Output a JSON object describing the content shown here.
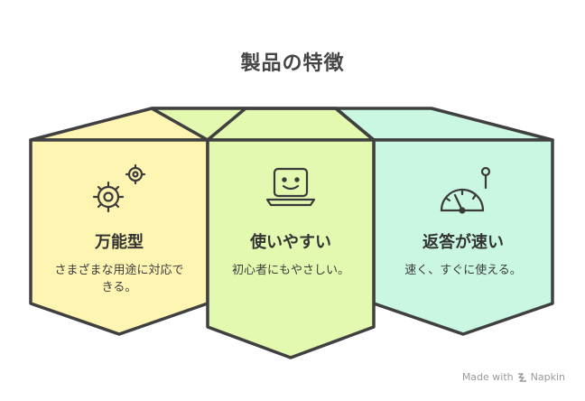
{
  "title": "製品の特徴",
  "cards": [
    {
      "title": "万能型",
      "description": "さまざまな用途に対応できる。",
      "icon": "gears-icon",
      "color": "#fff5b3"
    },
    {
      "title": "使いやすい",
      "description": "初心者にもやさしい。",
      "icon": "smiley-laptop-icon",
      "color": "#e4f9b0"
    },
    {
      "title": "返答が速い",
      "description": "速く、すぐに使える。",
      "icon": "speedometer-icon",
      "color": "#c9f7e2"
    }
  ],
  "footer": {
    "text": "Made with",
    "brand": "Napkin"
  }
}
